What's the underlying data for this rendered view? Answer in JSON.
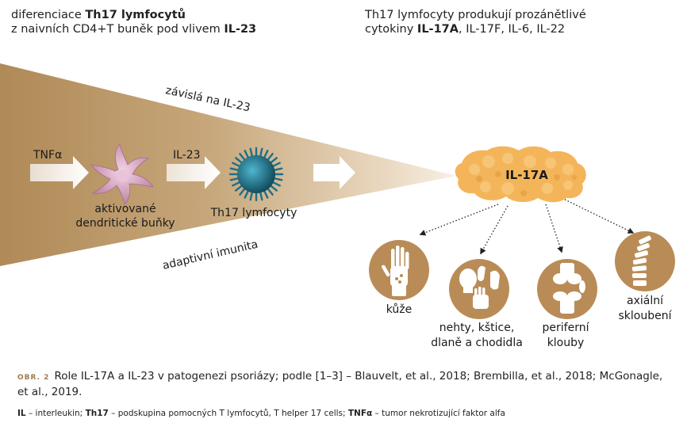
{
  "header_left": {
    "line1_pre": "diferenciace ",
    "line1_bold": "Th17 lymfocytů",
    "line2_pre": "z naivních CD4+T buněk pod vlivem ",
    "line2_bold": "IL-23"
  },
  "header_right": {
    "line1": "Th17 lymfocyty produkují prozánětlivé",
    "line2_pre": "cytokiny ",
    "line2_bold": "IL-17A",
    "line2_rest": ", IL-17F, IL-6, IL-22"
  },
  "wedge": {
    "top_label": "závislá na IL-23",
    "bottom_label": "adaptivní imunita"
  },
  "flow": {
    "tnf": "TNFα",
    "il23": "IL-23",
    "dendritic_line1": "aktivované",
    "dendritic_line2": "dendritické buňky",
    "th17": "Th17 lymfocyty",
    "il17a": "IL-17A"
  },
  "targets": [
    {
      "icon": "skin-hand-icon",
      "line1": "kůže",
      "line2": ""
    },
    {
      "icon": "nails-head-hand-foot-icon",
      "line1": "nehty, kštice,",
      "line2": "dlaně a chodidla"
    },
    {
      "icon": "knee-joint-icon",
      "line1": "periferní",
      "line2": "klouby"
    },
    {
      "icon": "spine-icon",
      "line1": "axiální",
      "line2": "skloubení"
    }
  ],
  "caption": {
    "tag": "OBR. 2",
    "line1": "Role IL-17A a IL-23 v patogenezi psoriázy; podle [1–3] – Blauvelt, et al., 2018; Brembilla, et al., 2018; McGonagle,",
    "line2": "et al., 2019."
  },
  "legend": {
    "il_abbr": "IL",
    "il_text": " – interleukin; ",
    "th17_abbr": "Th17",
    "th17_text": " – podskupina pomocných T lymfocytů, T helper 17 cells; ",
    "tnf_abbr": "TNFα",
    "tnf_text": " – tumor nekrotizující faktor alfa"
  },
  "colors": {
    "brown": "#b08a57",
    "circle": "#b98c57",
    "protein": "#f4b55a",
    "th17_cell": "#1f6f86",
    "dendritic": "#d8a6c4"
  }
}
